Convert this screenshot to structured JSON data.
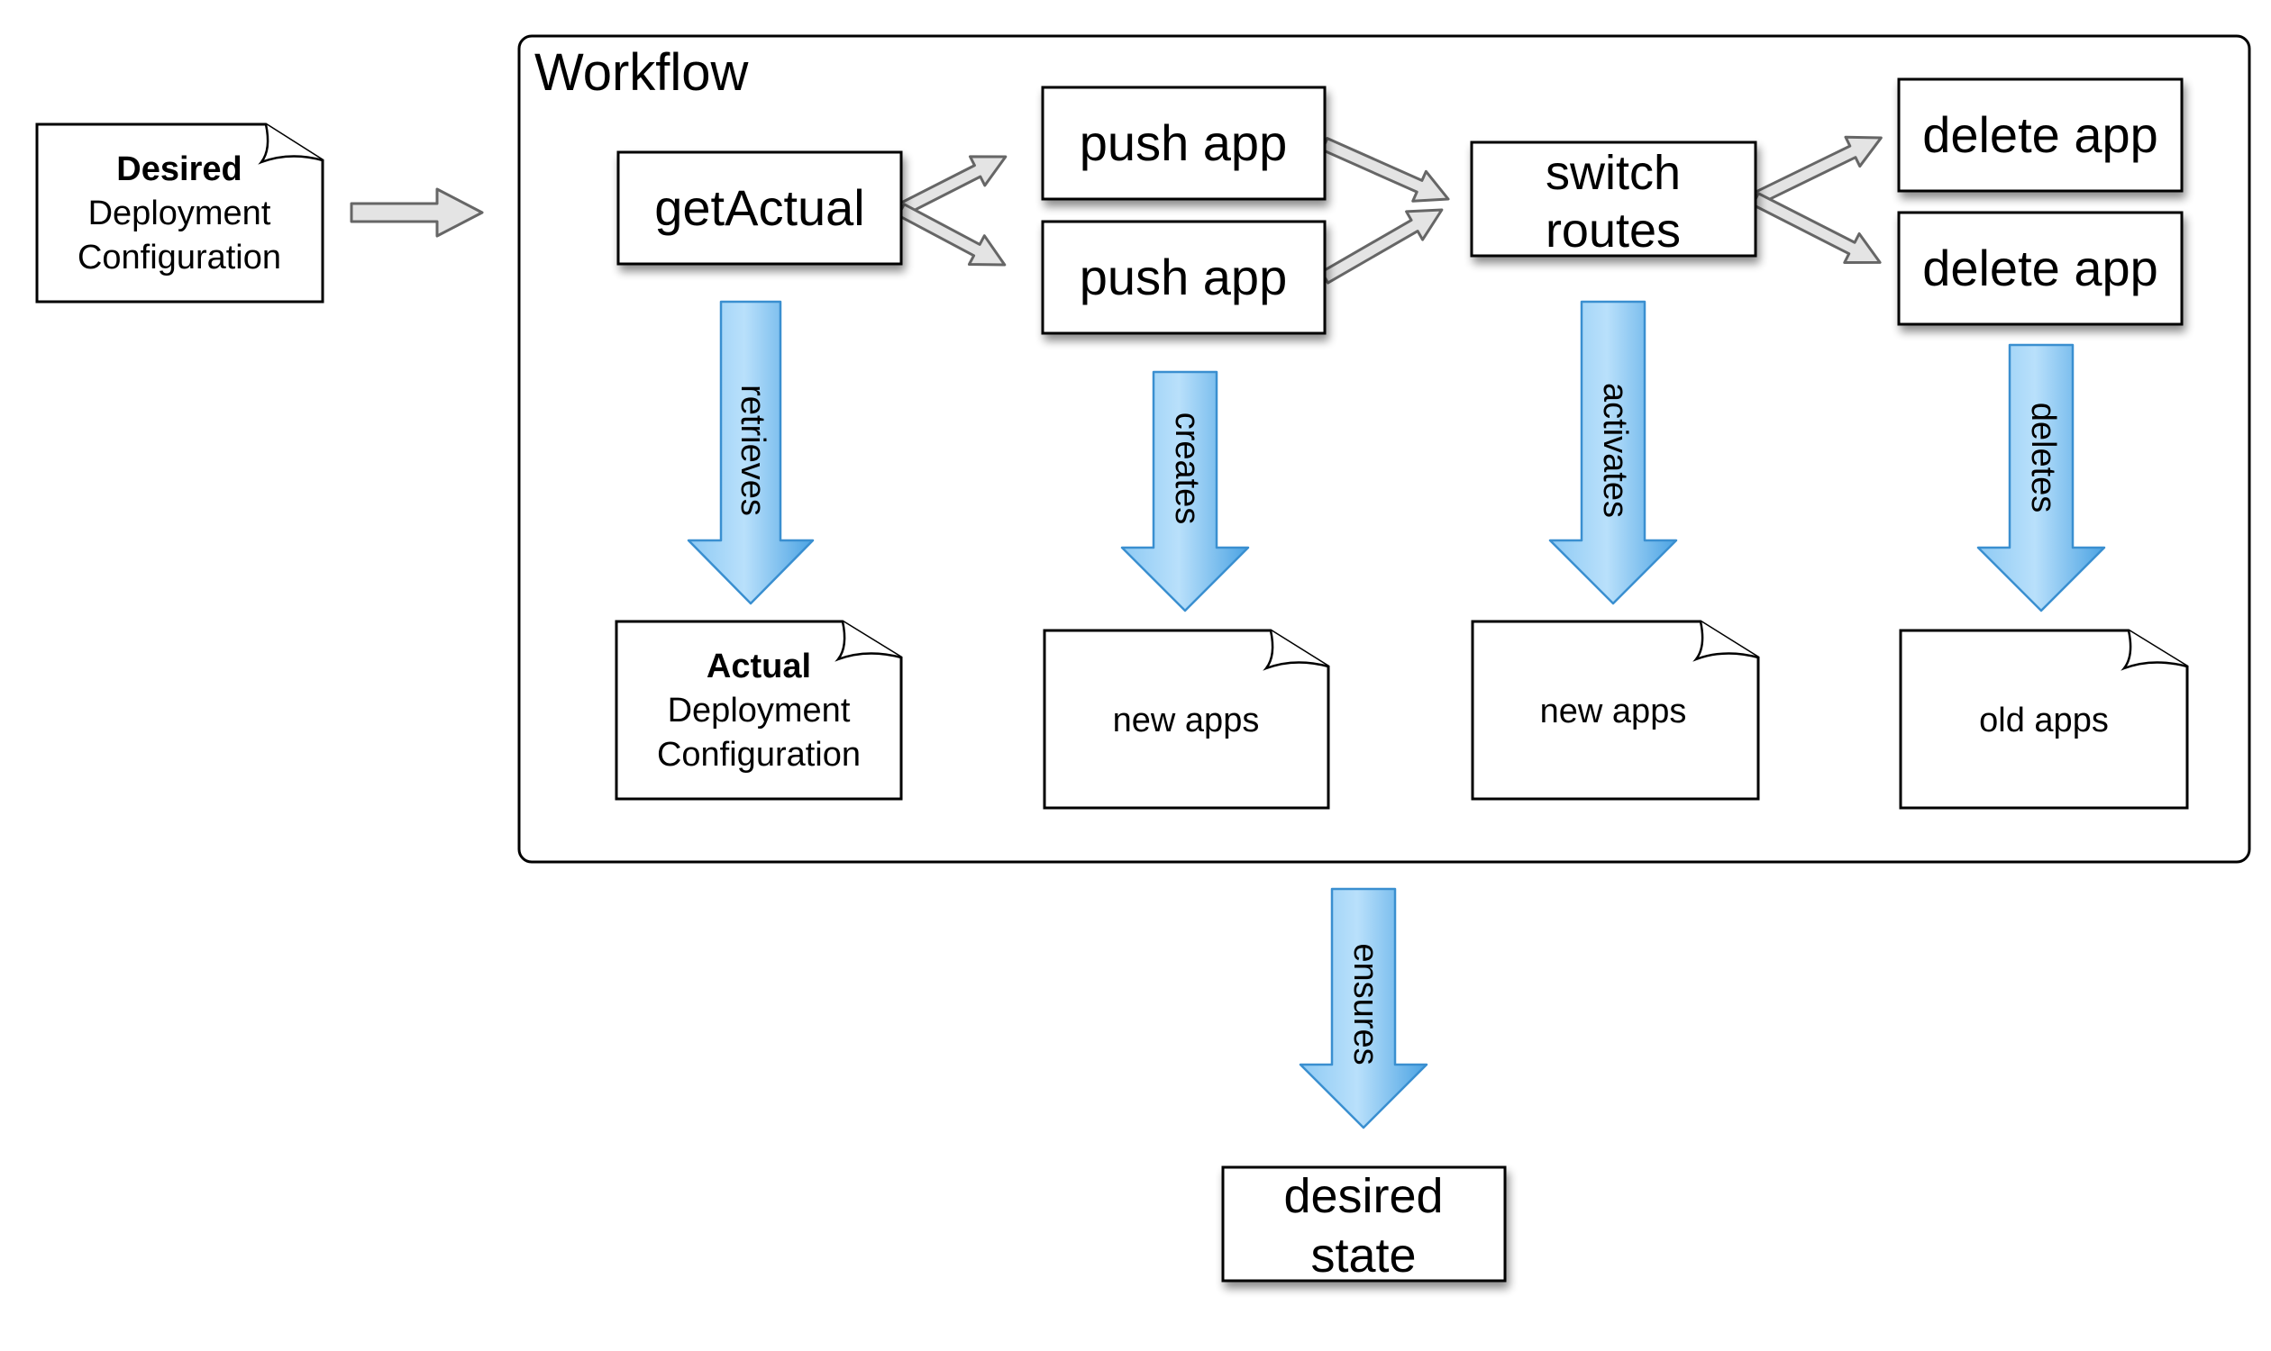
{
  "workflow": {
    "title": "Workflow"
  },
  "desired_config_doc": {
    "line1": "Desired",
    "line2": "Deployment",
    "line3": "Configuration"
  },
  "steps": {
    "get_actual": "getActual",
    "push_app_1": "push app",
    "push_app_2": "push app",
    "switch_routes_line1": "switch",
    "switch_routes_line2": "routes",
    "delete_app_1": "delete app",
    "delete_app_2": "delete app"
  },
  "effect_arrows": {
    "retrieves": "retrieves",
    "creates": "creates",
    "activates": "activates",
    "deletes": "deletes",
    "ensures": "ensures"
  },
  "result_docs": {
    "actual_line1": "Actual",
    "actual_line2": "Deployment",
    "actual_line3": "Configuration",
    "new_apps_1": "new apps",
    "new_apps_2": "new apps",
    "old_apps": "old apps"
  },
  "outcome": {
    "line1": "desired",
    "line2": "state"
  },
  "colors": {
    "blue_arrow_light": "#a8d8f8",
    "blue_arrow_dark": "#4ba3e3",
    "blue_arrow_stroke": "#3a8fd0",
    "flow_arrow_fill": "#e4e4e4",
    "flow_arrow_stroke": "#666666"
  }
}
